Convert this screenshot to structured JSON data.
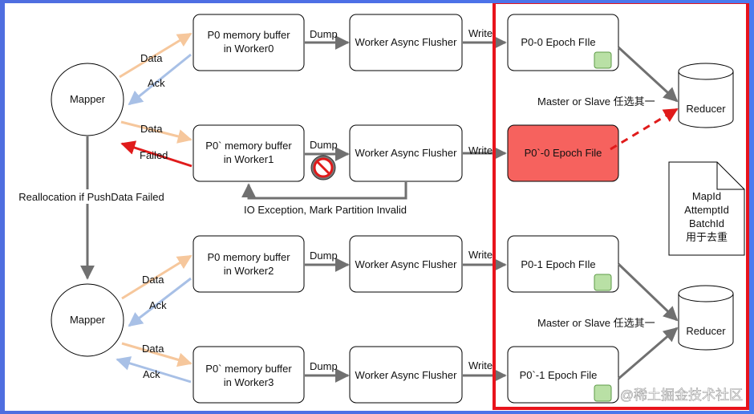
{
  "mappers": [
    {
      "label": "Mapper"
    },
    {
      "label": "Mapper"
    }
  ],
  "rows": [
    {
      "buffer": [
        "P0 memory buffer",
        "in Worker0"
      ],
      "dump": "Dump",
      "flusher": "Worker Async Flusher",
      "write": "Write",
      "file": "P0-0 Epoch FIle",
      "failed_file": false
    },
    {
      "buffer": [
        "P0` memory buffer",
        "in Worker1"
      ],
      "dump": "Dump",
      "flusher": "Worker Async Flusher",
      "write": "Write",
      "file": "P0`-0 Epoch File",
      "failed_file": true
    },
    {
      "buffer": [
        "P0 memory buffer",
        "in Worker2"
      ],
      "dump": "Dump",
      "flusher": "Worker Async Flusher",
      "write": "Write",
      "file": "P0-1 Epoch FIle",
      "failed_file": false
    },
    {
      "buffer": [
        "P0` memory buffer",
        "in Worker3"
      ],
      "dump": "Dump",
      "flusher": "Worker Async Flusher",
      "write": "Write",
      "file": "P0`-1 Epoch File",
      "failed_file": false
    }
  ],
  "edge_labels": {
    "data": "Data",
    "ack": "Ack",
    "failed": "Failed",
    "reallocation": "Reallocation if PushData Failed",
    "io_exception": "IO Exception, Mark Partition Invalid"
  },
  "reducers": [
    {
      "label": "Reducer",
      "choice": "Master or Slave 任选其一"
    },
    {
      "label": "Reducer",
      "choice": "Master or Slave 任选其一"
    }
  ],
  "note": [
    "MapId",
    "AttemptId",
    "BatchId",
    "用于去重"
  ],
  "watermark": "@稀土掘金技术社区",
  "colors": {
    "frame": "#5b79e8",
    "highlight_border": "#e8141c",
    "data_arrow": "#f6c79c",
    "ack_arrow": "#a8c0e6",
    "failed_arrow": "#e01b1b",
    "flow_arrow": "#707070",
    "failed_file_fill": "#f6625e",
    "badge_fill": "#b9e0a5",
    "badge_stroke": "#5e9b48"
  }
}
